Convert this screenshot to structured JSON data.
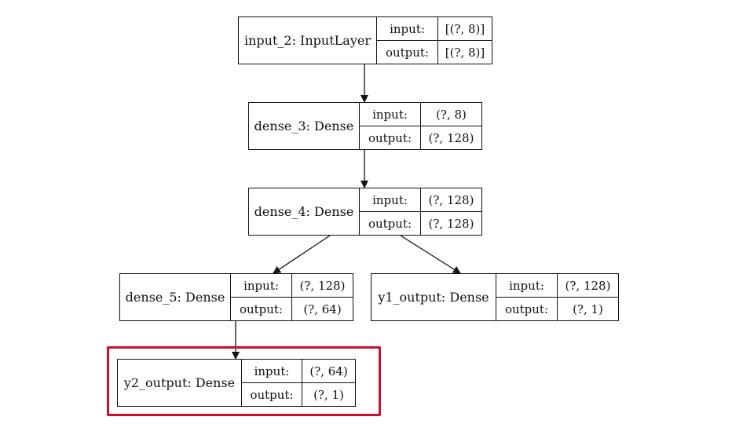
{
  "highlight_color": "#c8102e",
  "nodes": {
    "input_2": {
      "name": "input_2: InputLayer",
      "input_label": "input:",
      "input_value": "[(?, 8)]",
      "output_label": "output:",
      "output_value": "[(?, 8)]"
    },
    "dense_3": {
      "name": "dense_3: Dense",
      "input_label": "input:",
      "input_value": "(?, 8)",
      "output_label": "output:",
      "output_value": "(?, 128)"
    },
    "dense_4": {
      "name": "dense_4: Dense",
      "input_label": "input:",
      "input_value": "(?, 128)",
      "output_label": "output:",
      "output_value": "(?, 128)"
    },
    "dense_5": {
      "name": "dense_5: Dense",
      "input_label": "input:",
      "input_value": "(?, 128)",
      "output_label": "output:",
      "output_value": "(?, 64)"
    },
    "y1_output": {
      "name": "y1_output: Dense",
      "input_label": "input:",
      "input_value": "(?, 128)",
      "output_label": "output:",
      "output_value": "(?, 1)"
    },
    "y2_output": {
      "name": "y2_output: Dense",
      "input_label": "input:",
      "input_value": "(?, 64)",
      "output_label": "output:",
      "output_value": "(?, 1)"
    }
  },
  "edges": [
    {
      "from": "input_2",
      "to": "dense_3"
    },
    {
      "from": "dense_3",
      "to": "dense_4"
    },
    {
      "from": "dense_4",
      "to": "dense_5"
    },
    {
      "from": "dense_4",
      "to": "y1_output"
    },
    {
      "from": "dense_5",
      "to": "y2_output"
    }
  ]
}
